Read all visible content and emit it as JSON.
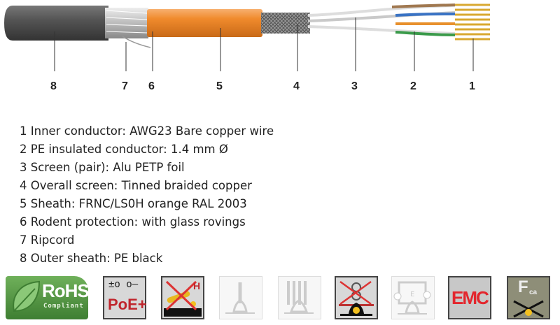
{
  "labels": [
    "8",
    "7",
    "6",
    "5",
    "4",
    "3",
    "2",
    "1"
  ],
  "legend": [
    "1 Inner conductor: AWG23 Bare copper wire",
    "2 PE insulated conductor: 1.4 mm Ø",
    "3 Screen (pair): Alu PETP foil",
    "4 Overall screen: Tinned braided copper",
    "5 Sheath: FRNC/LS0H orange RAL 2003",
    "6 Rodent protection: with glass rovings",
    "7 Ripcord",
    "8 Outer sheath: PE black"
  ],
  "icons": {
    "rohs": "RoHS",
    "rohs_sub": "Compliant",
    "poe": "PoE+",
    "halogen": "H",
    "emc": "EMC",
    "fca": "F",
    "fca_sub": "ca"
  },
  "colors": {
    "sheath": "#555555",
    "orange": "#f08a2c",
    "rohs": "#5a9a45",
    "emc": "#e3262d"
  }
}
